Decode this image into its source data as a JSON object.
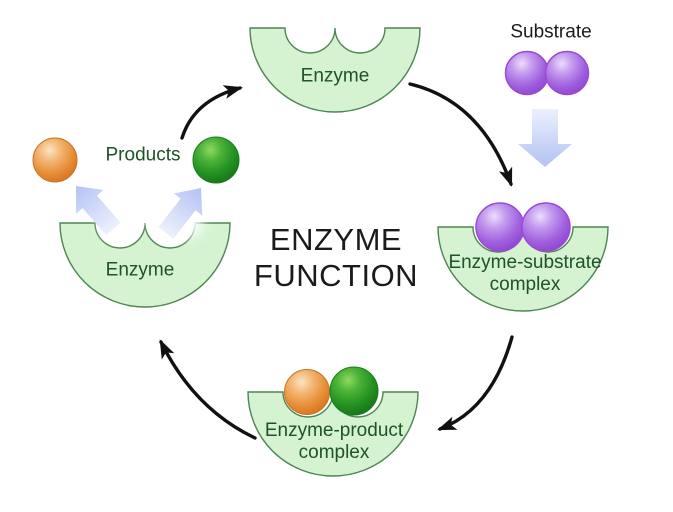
{
  "diagram": {
    "title": {
      "line1": "ENZYME",
      "line2": "FUNCTION"
    },
    "nodes": {
      "enzyme_top": {
        "label": "Enzyme"
      },
      "substrate": {
        "label": "Substrate"
      },
      "es_complex": {
        "label_line1": "Enzyme-substrate",
        "label_line2": "complex"
      },
      "ep_complex": {
        "label_line1": "Enzyme-product",
        "label_line2": "complex"
      },
      "enzyme_left": {
        "label": "Enzyme"
      },
      "products": {
        "label": "Products"
      }
    },
    "icons": {
      "cycle_arrow_top_left": "curved-black-arrow",
      "cycle_arrow_top_right": "curved-black-arrow",
      "cycle_arrow_bottom_right": "curved-black-arrow",
      "cycle_arrow_bottom_left": "curved-black-arrow",
      "substrate_entry": "thick-blue-down-arrow",
      "product_release_left": "thick-blue-up-left-arrow",
      "product_release_right": "thick-blue-up-right-arrow"
    },
    "colors": {
      "background": "#ffffff",
      "enzyme_fill": "#d5f3d1",
      "enzyme_stroke": "#4f8553",
      "label_green": "#1e5228",
      "text_black": "#1b1b1b",
      "substrate_purple": "#a263df",
      "purple_outline": "#9b4ad4",
      "product_orange": "#e88f38",
      "orange_outline": "#c8751f",
      "product_green": "#28951f",
      "green_outline": "#15801a",
      "soft_arrow_blue": "#bcc9f4",
      "cycle_arrow_black": "#111111"
    }
  }
}
